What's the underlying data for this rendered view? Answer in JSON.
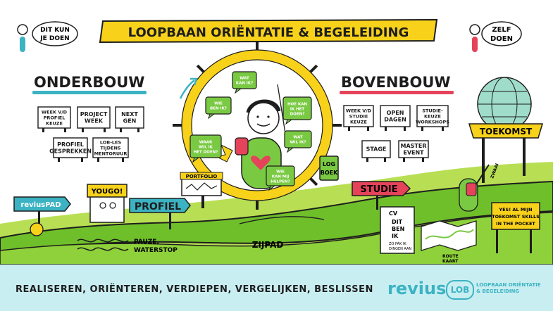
{
  "title": "LOOPBAAN ORIËNTATIE & BEGELEIDING",
  "bubbles": {
    "left": [
      "DIT KUN",
      "JE DOEN"
    ],
    "right": [
      "ZELF",
      "DOEN"
    ]
  },
  "sections": {
    "onderbouw": "ONDERBOUW",
    "bovenbouw": "BOVENBOUW"
  },
  "onderbouw_cards": [
    [
      "WEEK V/D",
      "PROFIEL",
      "KEUZE"
    ],
    [
      "PROJECT",
      "WEEK"
    ],
    [
      "NEXT",
      "GEN"
    ],
    [
      "PROFIEL",
      "GESPREKKEN"
    ],
    [
      "LOB-LES",
      "TIJDENS",
      "MENTORUUR"
    ]
  ],
  "bovenbouw_cards": [
    [
      "WEEK V/D",
      "STUDIE",
      "KEUZE"
    ],
    [
      "OPEN",
      "DAGEN"
    ],
    [
      "STUDIE-",
      "KEUZE",
      "WORKSHOPS"
    ],
    [
      "STAGE"
    ],
    [
      "MASTER",
      "EVENT"
    ]
  ],
  "wheel_questions": [
    [
      "WAT",
      "KAN IK?"
    ],
    [
      "WIE",
      "BEN IK?"
    ],
    [
      "HOE KAN",
      "IK HET",
      "DOEN?"
    ],
    [
      "WAAR",
      "WIL IK",
      "HET DOEN?"
    ],
    [
      "WAT",
      "WIL IK?"
    ],
    [
      "WIE",
      "KAN MIJ",
      "HELPEN?"
    ]
  ],
  "signs": {
    "portfolio": "PORTFOLIO",
    "logboek": [
      "LOG",
      "BOEK"
    ],
    "profiel": "PROFIEL",
    "yougo": "YOUGO!",
    "revius_pad": "reviusPAD",
    "studie": "STUDIE",
    "toekomst": "TOEKOMST",
    "pauze": [
      "PAUZE,",
      "WATERSTOP"
    ],
    "zijpad": "ZIJPAD",
    "cv": [
      "CV",
      "DIT",
      "BEN",
      "IK"
    ],
    "cv_note": [
      "ZO PAK IK",
      "DINGEN AAN"
    ],
    "routekaart": [
      "ROUTE",
      "KAART"
    ],
    "skills": [
      "YES! AL MIJN",
      "TOEKOMST SKILLS",
      "IN THE POCKET"
    ],
    "zwaai": "ZWAAI"
  },
  "footer": {
    "caption": "REALISEREN, ORIËNTEREN, VERDIEPEN, VERGELIJKEN, BESLISSEN",
    "brand": "revius",
    "brand_box": "LOB",
    "brand_sub": "LOOPBAAN ORIËNTATIE & BEGELEIDING"
  },
  "colors": {
    "teal": "#3bb3c3",
    "yellow": "#f8d21a",
    "green": "#7ac943",
    "red": "#e5435a",
    "bottom": "#c9eef2"
  }
}
